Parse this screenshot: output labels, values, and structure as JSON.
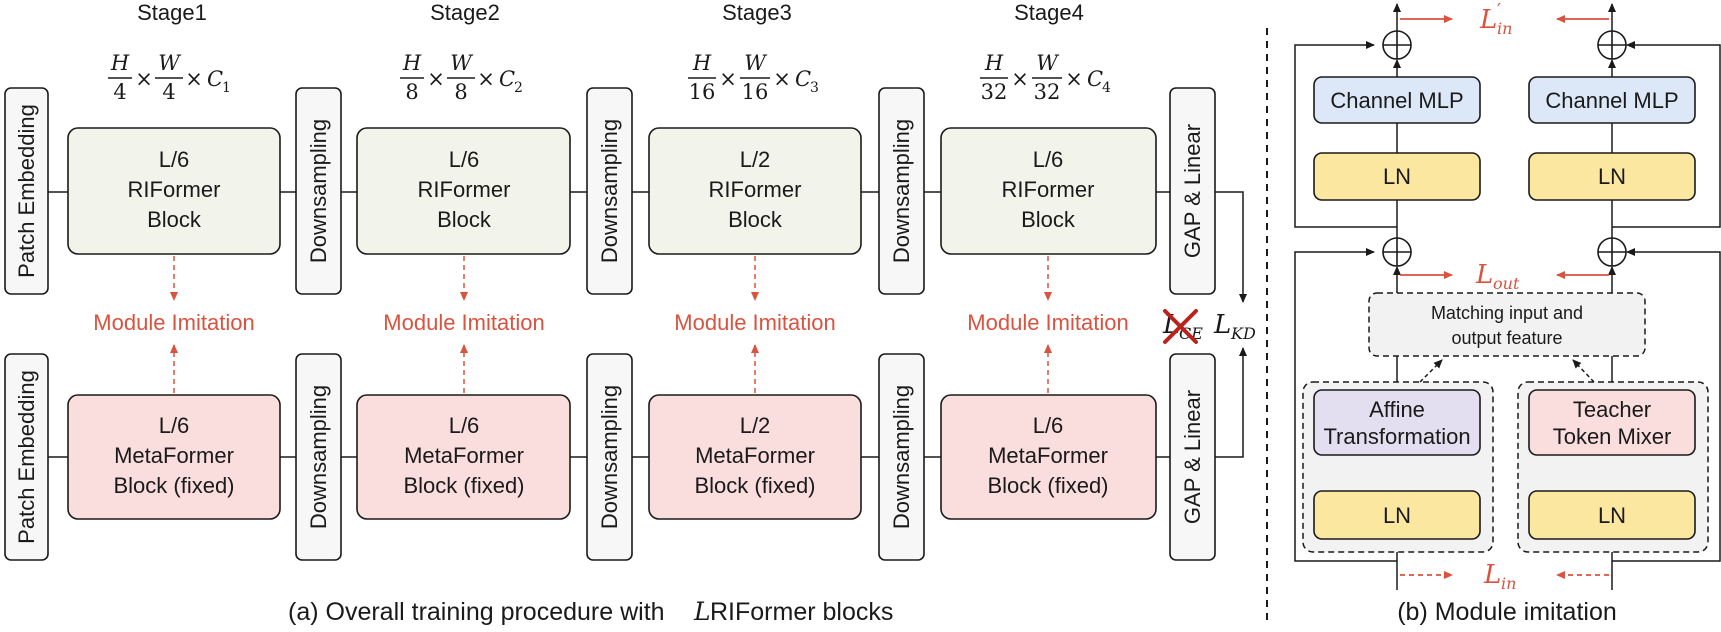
{
  "stages": [
    {
      "label": "Stage1",
      "dim_h": "H",
      "dim_h_den": "4",
      "dim_w": "W",
      "dim_w_den": "4",
      "dim_c": "C",
      "dim_c_sub": "1",
      "top_count": "L/6",
      "bottom_count": "L/6"
    },
    {
      "label": "Stage2",
      "dim_h": "H",
      "dim_h_den": "8",
      "dim_w": "W",
      "dim_w_den": "8",
      "dim_c": "C",
      "dim_c_sub": "2",
      "top_count": "L/6",
      "bottom_count": "L/6"
    },
    {
      "label": "Stage3",
      "dim_h": "H",
      "dim_h_den": "16",
      "dim_w": "W",
      "dim_w_den": "16",
      "dim_c": "C",
      "dim_c_sub": "3",
      "top_count": "L/2",
      "bottom_count": "L/2"
    },
    {
      "label": "Stage4",
      "dim_h": "H",
      "dim_h_den": "32",
      "dim_w": "W",
      "dim_w_den": "32",
      "dim_c": "C",
      "dim_c_sub": "4",
      "top_count": "L/6",
      "bottom_count": "L/6"
    }
  ],
  "times_symbol": "×",
  "blocks": {
    "riformer_line1": "RIFormer",
    "riformer_line2": "Block",
    "metaformer_line1": "MetaFormer",
    "metaformer_line2": "Block (fixed)",
    "patch_embedding": "Patch Embedding",
    "downsampling": "Downsampling",
    "gap_linear": "GAP & Linear"
  },
  "module_imitation": "Module Imitation",
  "losses": {
    "ce_script": "L",
    "ce_sub": "CE",
    "kd_script": "L",
    "kd_sub": "KD",
    "in_prime_script": "L",
    "in_prime_mark": "′",
    "in_prime_sub": "in",
    "out_script": "L",
    "out_sub": "out",
    "in_script": "L",
    "in_sub": "in"
  },
  "right_panel": {
    "channel_mlp": "Channel MLP",
    "ln": "LN",
    "matching_line1": "Matching input and",
    "matching_line2": "output feature",
    "affine_line1": "Affine",
    "affine_line2": "Transformation",
    "teacher_line1": "Teacher",
    "teacher_line2": "Token Mixer",
    "plus": "+"
  },
  "captions": {
    "left_prefix": "(a) Overall training procedure with ",
    "left_var": "L",
    "left_suffix": " RIFormer blocks",
    "right": "(b) Module imitation"
  },
  "colors": {
    "riformer_fill": "#f2f3ea",
    "metaformer_fill": "#f9dedd",
    "channel_fill": "#dce8f8",
    "ln_fill": "#fbe7a0",
    "affine_fill": "#e4dff0",
    "teacher_fill": "#f9dedd",
    "accent_red": "#d9533f",
    "side_fill": "#f7f7f7"
  }
}
